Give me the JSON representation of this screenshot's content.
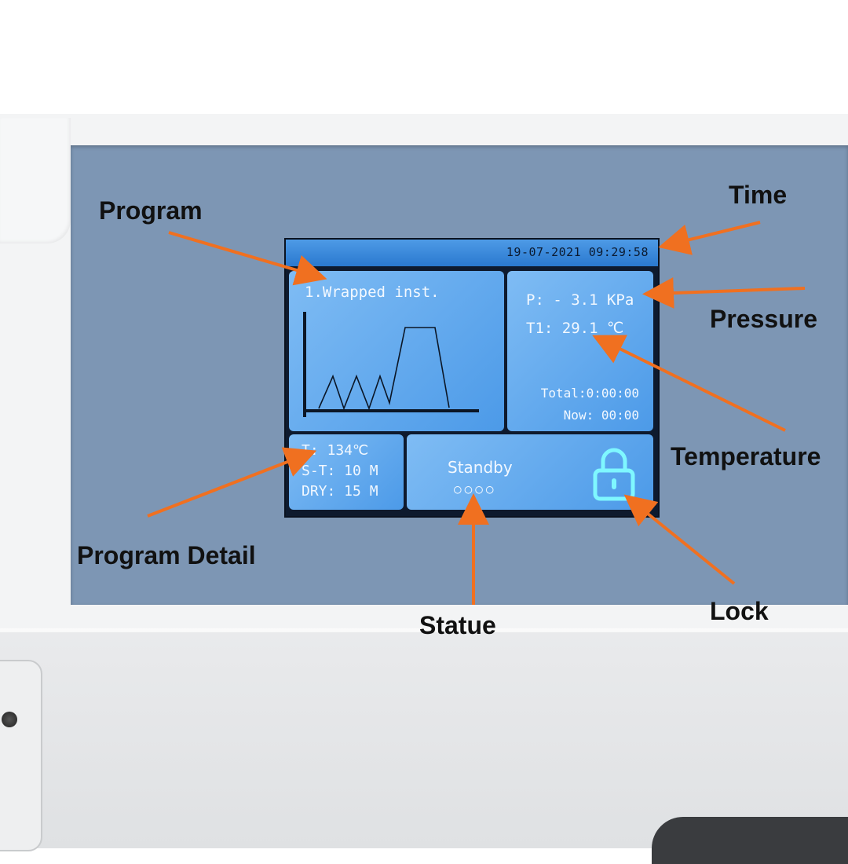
{
  "screen": {
    "datetime": "19-07-2021 09:29:58",
    "program": {
      "name": "1.Wrapped inst."
    },
    "readings": {
      "pressure": "P:  - 3.1 KPa",
      "temperature": "T1:  29.1 ℃",
      "total": "Total:0:00:00",
      "now": "Now:    00:00"
    },
    "detail": {
      "temp": "T: 134℃",
      "sterilize_time": "S-T: 10 M",
      "dry_time": "DRY: 15 M"
    },
    "status": {
      "text": "Standby",
      "dots": "○○○○"
    },
    "lock_icon": "padlock-icon"
  },
  "callouts": {
    "time": "Time",
    "program": "Program",
    "pressure": "Pressure",
    "temperature": "Temperature",
    "program_detail": "Program Detail",
    "statue": "Statue",
    "lock": "Lock"
  },
  "colors": {
    "panel": "#7d96b4",
    "lcd_box": "#6aaef0",
    "lcd_text": "#f2f8ff",
    "arrow": "#f07020",
    "lock_glow": "#7ff7ff"
  }
}
